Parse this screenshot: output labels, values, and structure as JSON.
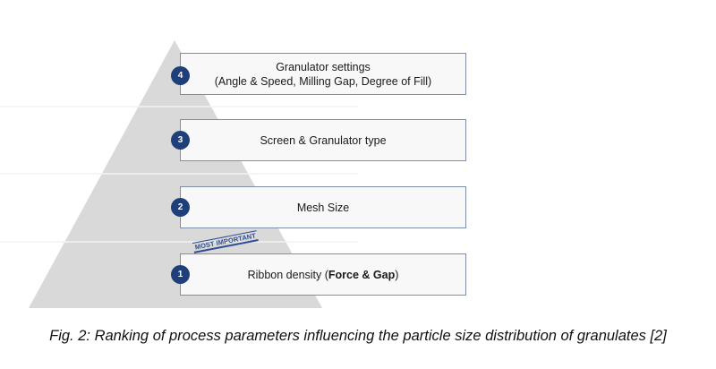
{
  "diagram": {
    "type": "pyramid",
    "colors": {
      "pyramid_fill": "#d9d9d9",
      "divider": "#f2f2f2",
      "box_fill": "#f8f8f9",
      "box_border": "#7f8ea8",
      "badge_fill": "#1f3f7a",
      "stamp_color": "#2e4e94"
    },
    "levels": [
      {
        "rank": "4",
        "line1": "Granulator settings",
        "line2": "(Angle & Speed, Milling Gap, Degree of Fill)"
      },
      {
        "rank": "3",
        "line1": "Screen & Granulator type"
      },
      {
        "rank": "2",
        "line1": "Mesh Size"
      },
      {
        "rank": "1",
        "line1_prefix": "Ribbon density (",
        "line1_bold": "Force & Gap",
        "line1_suffix": ")",
        "stamp": "MOST IMPORTANT"
      }
    ]
  },
  "caption": "Fig. 2: Ranking of process parameters influencing the particle size distribution of granulates [2]"
}
